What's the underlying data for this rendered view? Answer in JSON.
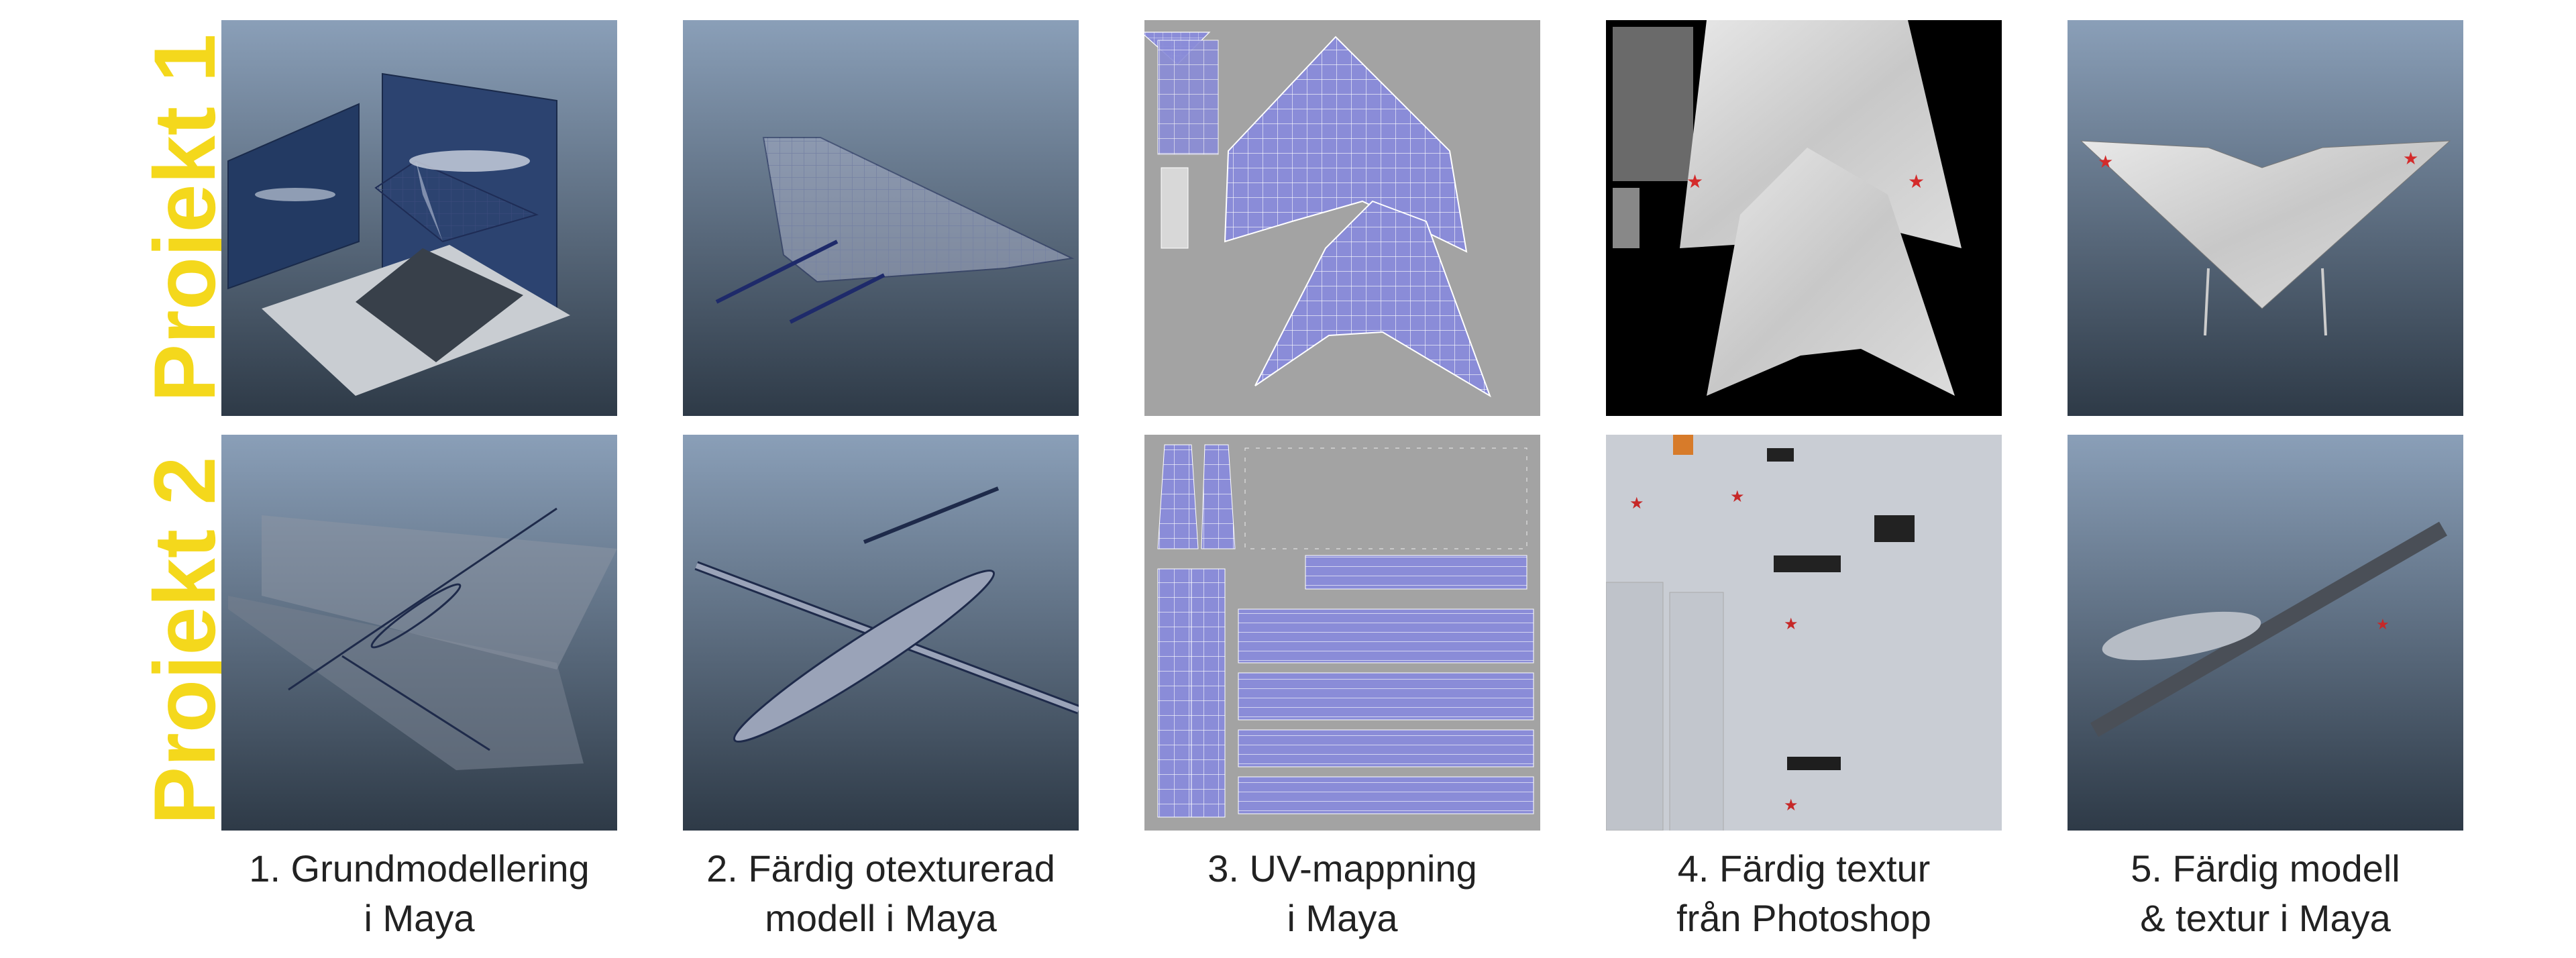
{
  "rows": [
    {
      "label": "Projekt 1"
    },
    {
      "label": "Projekt 2"
    }
  ],
  "steps": [
    {
      "line1": "1. Grundmodellering",
      "line2": "i Maya"
    },
    {
      "line1": "2. Färdig otexturerad",
      "line2": "modell i Maya"
    },
    {
      "line1": "3. UV-mappning",
      "line2": "i Maya"
    },
    {
      "line1": "4. Färdig textur",
      "line2": "från Photoshop"
    },
    {
      "line1": "5. Färdig modell",
      "line2": "& textur i Maya"
    }
  ],
  "colors": {
    "label_yellow": "#f4d81c",
    "viewport_top": "#8a9fb8",
    "viewport_bottom": "#2e3a47",
    "uv_gray": "#a3a3a3",
    "uv_shell": "#8a8cd8",
    "texture_gray": "#c9cdd4"
  }
}
